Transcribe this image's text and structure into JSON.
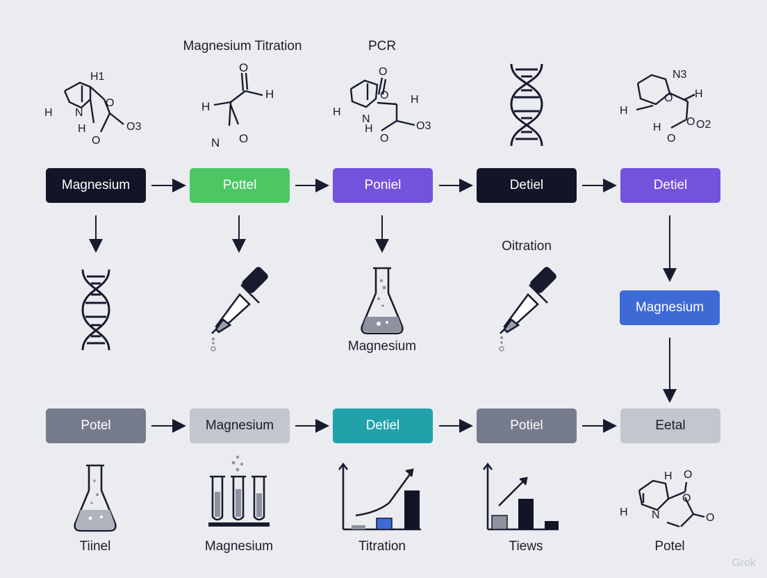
{
  "top_labels": [
    "Magnesium Titration",
    "PCR"
  ],
  "mid_labels": [
    "Magnesium",
    "Oitration"
  ],
  "row1": [
    {
      "label": "Magnesium",
      "bg": "#141428",
      "fg": "#ffffff"
    },
    {
      "label": "Pottel",
      "bg": "#4cc764",
      "fg": "#ffffff"
    },
    {
      "label": "Poniel",
      "bg": "#7452dc",
      "fg": "#ffffff"
    },
    {
      "label": "Detiel",
      "bg": "#141428",
      "fg": "#ffffff"
    },
    {
      "label": "Detiel",
      "bg": "#7452dc",
      "fg": "#ffffff"
    }
  ],
  "side_box": {
    "label": "Magnesium",
    "bg": "#3e6ad6",
    "fg": "#ffffff"
  },
  "row3": [
    {
      "label": "Potel",
      "bg": "#767b8c",
      "fg": "#ffffff"
    },
    {
      "label": "Magnesium",
      "bg": "#c3c5cf",
      "fg": "#1c1c2c"
    },
    {
      "label": "Detiel",
      "bg": "#21a2ab",
      "fg": "#ffffff"
    },
    {
      "label": "Potiel",
      "bg": "#767b8c",
      "fg": "#ffffff"
    },
    {
      "label": "Eetal",
      "bg": "#c3c5cf",
      "fg": "#1c1c2c"
    }
  ],
  "bottom_labels": [
    "Tiinel",
    "Magnesium",
    "Titration",
    "Tiews",
    "Potel"
  ],
  "molecule_atoms": {
    "m1": [
      "H1",
      "O",
      "N",
      "H",
      "H",
      "O",
      "O3"
    ],
    "m2": [
      "O",
      "H",
      "H",
      "N",
      "O"
    ],
    "m3": [
      "O",
      "O",
      "H",
      "H",
      "N",
      "H",
      "O3",
      "O"
    ],
    "m5": [
      "N3",
      "O",
      "H",
      "H",
      "H",
      "O",
      "O2",
      "O"
    ],
    "m6": [
      "H",
      "O",
      "H",
      "N",
      "O",
      "O"
    ]
  },
  "watermark": "Grok"
}
